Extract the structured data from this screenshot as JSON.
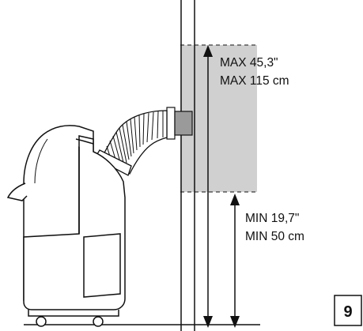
{
  "max_in": "MAX 45,3\"",
  "max_cm": "MAX 115 cm",
  "min_in": "MIN 19,7\"",
  "min_cm": "MIN 50 cm",
  "page_number": "9",
  "colors": {
    "stroke": "#111111",
    "window_zone": "#d0d0d0",
    "fitting": "#9a9a9a"
  }
}
